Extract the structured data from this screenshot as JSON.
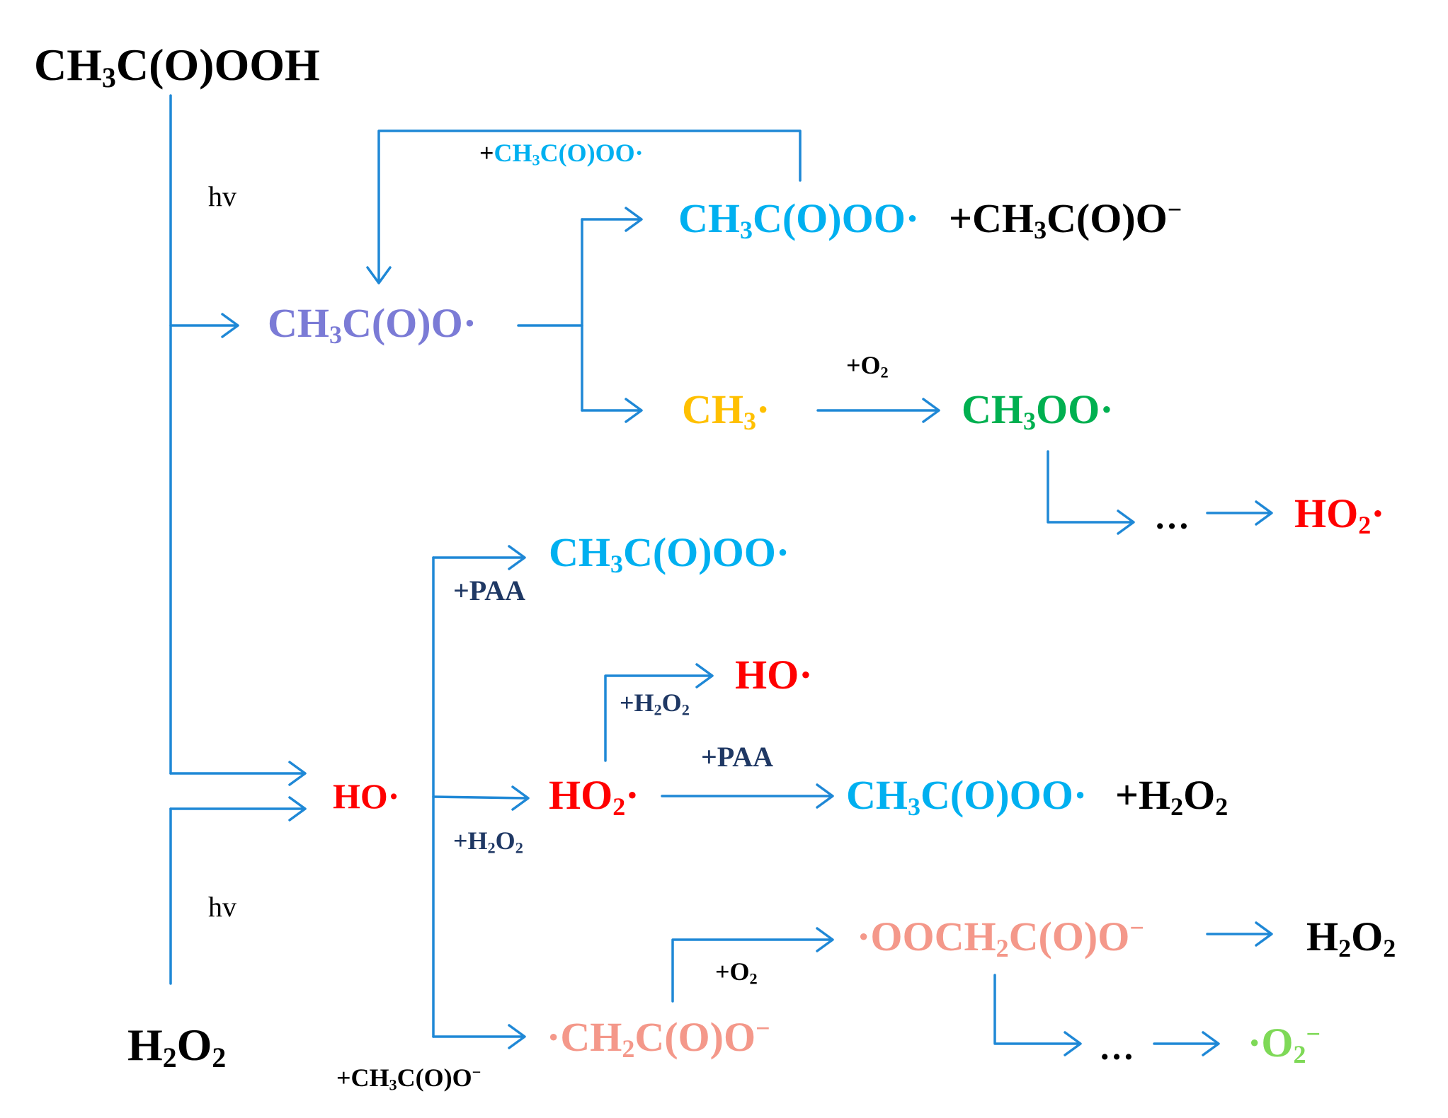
{
  "colors": {
    "arrow": "#1f88d6",
    "black": "#000000",
    "cyan": "#00b0f0",
    "purple": "#7b7bd6",
    "orange": "#ffc000",
    "green": "#00b050",
    "red": "#ff0000",
    "salmon": "#f4988a",
    "lightgreen": "#7ed957",
    "navy": "#1f3864"
  },
  "species": [
    {
      "id": "paa",
      "parts": [
        [
          "CH",
          ""
        ],
        [
          "3",
          "sub"
        ],
        [
          "C(O)OOH",
          ""
        ]
      ],
      "color": "black"
    },
    {
      "id": "h2o2_source",
      "parts": [
        [
          "H",
          ""
        ],
        [
          "2",
          "sub"
        ],
        [
          "O",
          ""
        ],
        [
          "2",
          "sub"
        ]
      ],
      "color": "black"
    },
    {
      "id": "acetyloxyl",
      "parts": [
        [
          "CH",
          ""
        ],
        [
          "3",
          "sub"
        ],
        [
          "C(O)O·",
          ""
        ]
      ],
      "color": "purple"
    },
    {
      "id": "acetylperoxyl_top",
      "parts": [
        [
          "CH",
          ""
        ],
        [
          "3",
          "sub"
        ],
        [
          "C(O)OO·",
          ""
        ]
      ],
      "color": "cyan"
    },
    {
      "id": "acetate_top",
      "parts": [
        [
          "+CH",
          ""
        ],
        [
          "3",
          "sub"
        ],
        [
          "C(O)O",
          ""
        ],
        [
          "−",
          "sup"
        ]
      ],
      "color": "black"
    },
    {
      "id": "methyl",
      "parts": [
        [
          "CH",
          ""
        ],
        [
          "3",
          "sub"
        ],
        [
          "·",
          ""
        ]
      ],
      "color": "orange"
    },
    {
      "id": "methylperoxyl",
      "parts": [
        [
          "CH",
          ""
        ],
        [
          "3",
          "sub"
        ],
        [
          "OO·",
          ""
        ]
      ],
      "color": "green"
    },
    {
      "id": "dots_1",
      "parts": [
        [
          "…",
          ""
        ]
      ],
      "color": "black"
    },
    {
      "id": "ho2_top",
      "parts": [
        [
          "HO",
          ""
        ],
        [
          "2",
          "sub"
        ],
        [
          "·",
          ""
        ]
      ],
      "color": "red"
    },
    {
      "id": "acetylperoxyl_mid",
      "parts": [
        [
          "CH",
          ""
        ],
        [
          "3",
          "sub"
        ],
        [
          "C(O)OO·",
          ""
        ]
      ],
      "color": "cyan"
    },
    {
      "id": "ho_upper",
      "parts": [
        [
          "HO·",
          ""
        ]
      ],
      "color": "red"
    },
    {
      "id": "ho_center",
      "parts": [
        [
          "HO·",
          ""
        ]
      ],
      "color": "red"
    },
    {
      "id": "ho2_center",
      "parts": [
        [
          "HO",
          ""
        ],
        [
          "2",
          "sub"
        ],
        [
          "·",
          ""
        ]
      ],
      "color": "red"
    },
    {
      "id": "acetylperoxyl_low",
      "parts": [
        [
          "CH",
          ""
        ],
        [
          "3",
          "sub"
        ],
        [
          "C(O)OO·",
          ""
        ]
      ],
      "color": "cyan"
    },
    {
      "id": "h2o2_product_low",
      "parts": [
        [
          "+H",
          ""
        ],
        [
          "2",
          "sub"
        ],
        [
          "O",
          ""
        ],
        [
          "2",
          "sub"
        ]
      ],
      "color": "black"
    },
    {
      "id": "peroxyacetate",
      "parts": [
        [
          "·OOCH",
          ""
        ],
        [
          "2",
          "sub"
        ],
        [
          "C(O)O",
          ""
        ],
        [
          "−",
          "sup"
        ]
      ],
      "color": "salmon"
    },
    {
      "id": "h2o2_final",
      "parts": [
        [
          "H",
          ""
        ],
        [
          "2",
          "sub"
        ],
        [
          "O",
          ""
        ],
        [
          "2",
          "sub"
        ]
      ],
      "color": "black"
    },
    {
      "id": "carboxymethyl",
      "parts": [
        [
          "·CH",
          ""
        ],
        [
          "2",
          "sub"
        ],
        [
          "C(O)O",
          ""
        ],
        [
          "−",
          "sup"
        ]
      ],
      "color": "salmon"
    },
    {
      "id": "dots_2",
      "parts": [
        [
          "…",
          ""
        ]
      ],
      "color": "black"
    },
    {
      "id": "superoxide",
      "parts": [
        [
          "·O",
          ""
        ],
        [
          "2",
          "sub"
        ],
        [
          "−",
          "sup"
        ]
      ],
      "color": "lightgreen"
    }
  ],
  "labels": [
    {
      "id": "hv_top",
      "parts": [
        [
          "hv",
          ""
        ]
      ],
      "color": "black"
    },
    {
      "id": "hv_bottom",
      "parts": [
        [
          "hv",
          ""
        ]
      ],
      "color": "black"
    },
    {
      "id": "plus_acetylperoxyl",
      "parts": [
        [
          "+",
          ""
        ],
        [
          "CH",
          "cyan"
        ],
        [
          "3",
          "sub-cyan"
        ],
        [
          "C(O)OO·",
          "cyan"
        ]
      ],
      "color": "black"
    },
    {
      "id": "plus_o2_top",
      "parts": [
        [
          "+O",
          ""
        ],
        [
          "2",
          "sub"
        ]
      ],
      "color": "black"
    },
    {
      "id": "plus_paa_upper",
      "parts": [
        [
          "+PAA",
          ""
        ]
      ],
      "color": "navy"
    },
    {
      "id": "plus_h2o2_upper",
      "parts": [
        [
          "+H",
          ""
        ],
        [
          "2",
          "sub"
        ],
        [
          "O",
          ""
        ],
        [
          "2",
          "sub"
        ]
      ],
      "color": "navy"
    },
    {
      "id": "plus_paa_center",
      "parts": [
        [
          "+PAA",
          ""
        ]
      ],
      "color": "navy"
    },
    {
      "id": "plus_h2o2_lower",
      "parts": [
        [
          "+H",
          ""
        ],
        [
          "2",
          "sub"
        ],
        [
          "O",
          ""
        ],
        [
          "2",
          "sub"
        ]
      ],
      "color": "navy"
    },
    {
      "id": "plus_o2_bottom",
      "parts": [
        [
          "+O",
          ""
        ],
        [
          "2",
          "sub"
        ]
      ],
      "color": "black"
    },
    {
      "id": "plus_acetate_bottom",
      "parts": [
        [
          "+CH",
          ""
        ],
        [
          "3",
          "sub"
        ],
        [
          "C(O)O",
          ""
        ],
        [
          "−",
          "sup"
        ]
      ],
      "color": "black"
    }
  ]
}
